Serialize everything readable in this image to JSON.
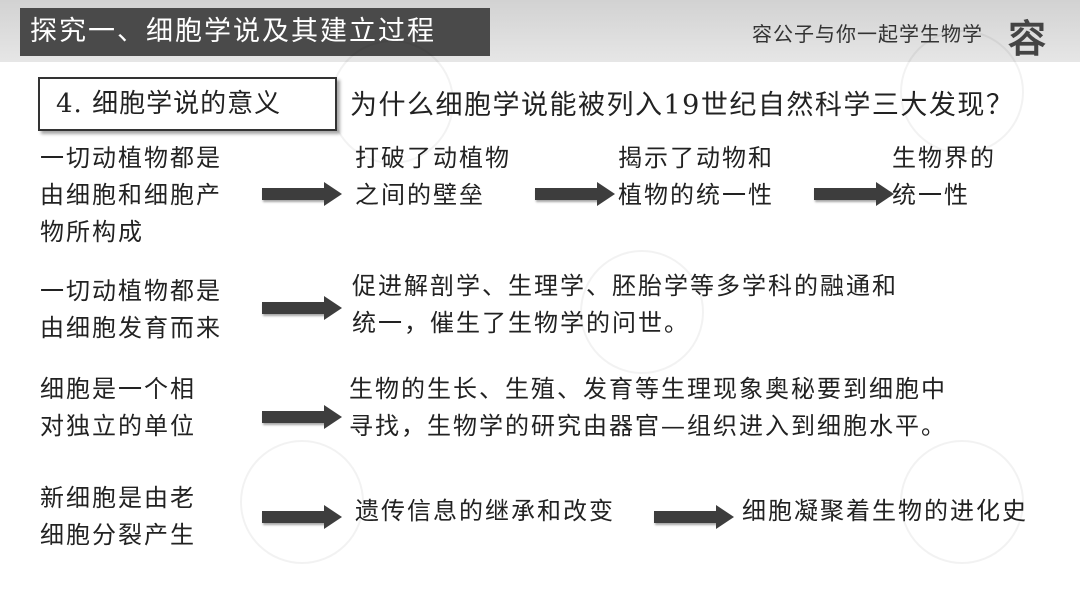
{
  "header": {
    "title": "探究一、细胞学说及其建立过程",
    "brand_text": "容公子与你一起学生物学",
    "brand_logo": "容"
  },
  "section_label": "4. 细胞学说的意义",
  "question": "为什么细胞学说能被列入19世纪自然科学三大发现？",
  "rows": [
    {
      "premise": [
        "一切动植物都是",
        "由细胞和细胞产",
        "物所构成"
      ],
      "results": [
        [
          "打破了动植物",
          "之间的壁垒"
        ],
        [
          "揭示了动物和",
          "植物的统一性"
        ],
        [
          "生物界的",
          "统一性"
        ]
      ]
    },
    {
      "premise": [
        "一切动植物都是",
        "由细胞发育而来"
      ],
      "results": [
        [
          "促进解剖学、生理学、胚胎学等多学科的融通和",
          "统一，催生了生物学的问世。"
        ]
      ]
    },
    {
      "premise": [
        "细胞是一个相",
        "对独立的单位"
      ],
      "results": [
        [
          "生物的生长、生殖、发育等生理现象奥秘要到细胞中",
          "寻找，生物学的研究由器官—组织进入到细胞水平。"
        ]
      ]
    },
    {
      "premise": [
        "新细胞是由老",
        "细胞分裂产生"
      ],
      "results": [
        [
          "遗传信息的继承和改变"
        ],
        [
          "细胞凝聚着生物的进化史"
        ]
      ]
    }
  ],
  "icons": {
    "arrow": "right-arrow-icon"
  },
  "colors": {
    "header_box": "#4a4a4a",
    "arrow": "#3d3d3d"
  }
}
